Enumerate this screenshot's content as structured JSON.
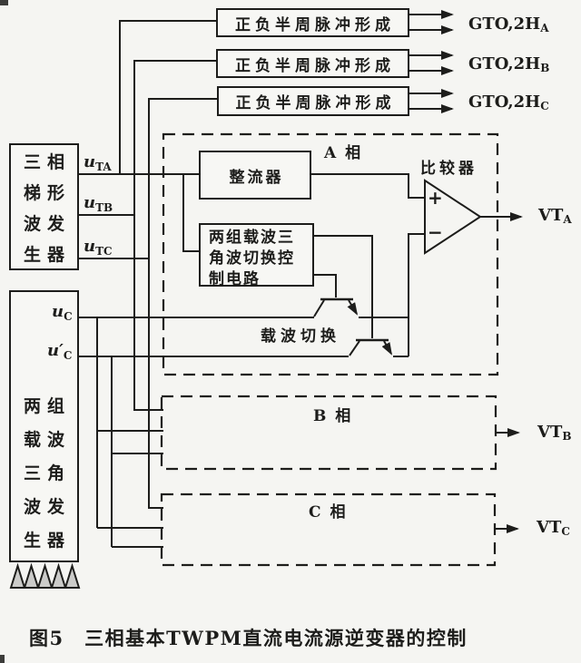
{
  "palette": {
    "line": "#1d1d1b",
    "background": "#f5f5f2",
    "paper": "#f7f7f4",
    "hatch_fill": "#cbcbc9"
  },
  "pulse_blocks": [
    {
      "label": "正负半周脉冲形成",
      "output": "GTO,2H",
      "output_sub": "A"
    },
    {
      "label": "正负半周脉冲形成",
      "output": "GTO,2H",
      "output_sub": "B"
    },
    {
      "label": "正负半周脉冲形成",
      "output": "GTO,2H",
      "output_sub": "C"
    }
  ],
  "trapezoid_generator": {
    "rows": [
      "三相",
      "梯形",
      "波发",
      "生器"
    ],
    "outputs": [
      {
        "base": "u",
        "sub": "TA"
      },
      {
        "base": "u",
        "sub": "TB"
      },
      {
        "base": "u",
        "sub": "TC"
      }
    ]
  },
  "carrier_generator": {
    "rows": [
      "两组",
      "载波",
      "三角",
      "波发",
      "生器"
    ],
    "outputs": [
      {
        "base": "u",
        "sub": "C"
      },
      {
        "base": "u′",
        "sub": "C"
      }
    ]
  },
  "phase_a": {
    "label": "A 相",
    "rectifier_label": "整流器",
    "switch_control_lines": [
      "两组载波三",
      "角波切换控",
      "制电路"
    ],
    "comparator_label": "比较器",
    "plus": "+",
    "minus": "−",
    "switch_label": "载波切换",
    "output": "VT",
    "output_sub": "A"
  },
  "phase_b": {
    "label": "B 相",
    "output": "VT",
    "output_sub": "B"
  },
  "phase_c": {
    "label": "C 相",
    "output": "VT",
    "output_sub": "C"
  },
  "caption": "图5　三相基本TWPM直流电流源逆变器的控制"
}
